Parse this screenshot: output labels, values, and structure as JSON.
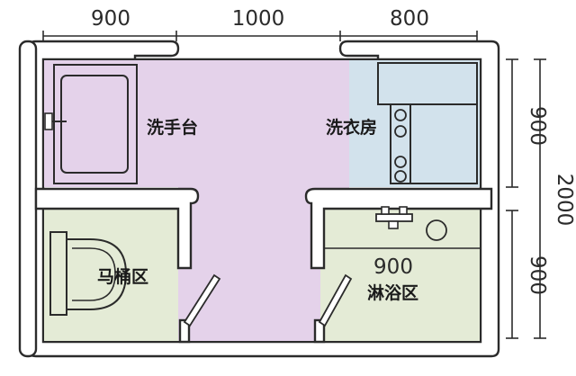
{
  "colors": {
    "wash_area": "#e4d2ea",
    "laundry_area": "#d2e2ec",
    "toilet_area": "#e4ebd6",
    "shower_area": "#e4ebd6",
    "lines": "#2b2b2b"
  },
  "dimensions": {
    "top_left": "900",
    "top_middle": "1000",
    "top_right": "800",
    "right_upper": "900",
    "right_lower": "900",
    "right_total": "2000",
    "shower_inner": "900"
  },
  "rooms": {
    "wash": "洗手台",
    "laundry": "洗衣房",
    "toilet": "马桶区",
    "shower": "淋浴区"
  },
  "icons": {
    "sink": "sink-icon",
    "washer": "washing-machine-icon",
    "toilet": "toilet-icon",
    "shower_faucet": "shower-faucet-icon",
    "drain": "floor-drain-icon"
  }
}
